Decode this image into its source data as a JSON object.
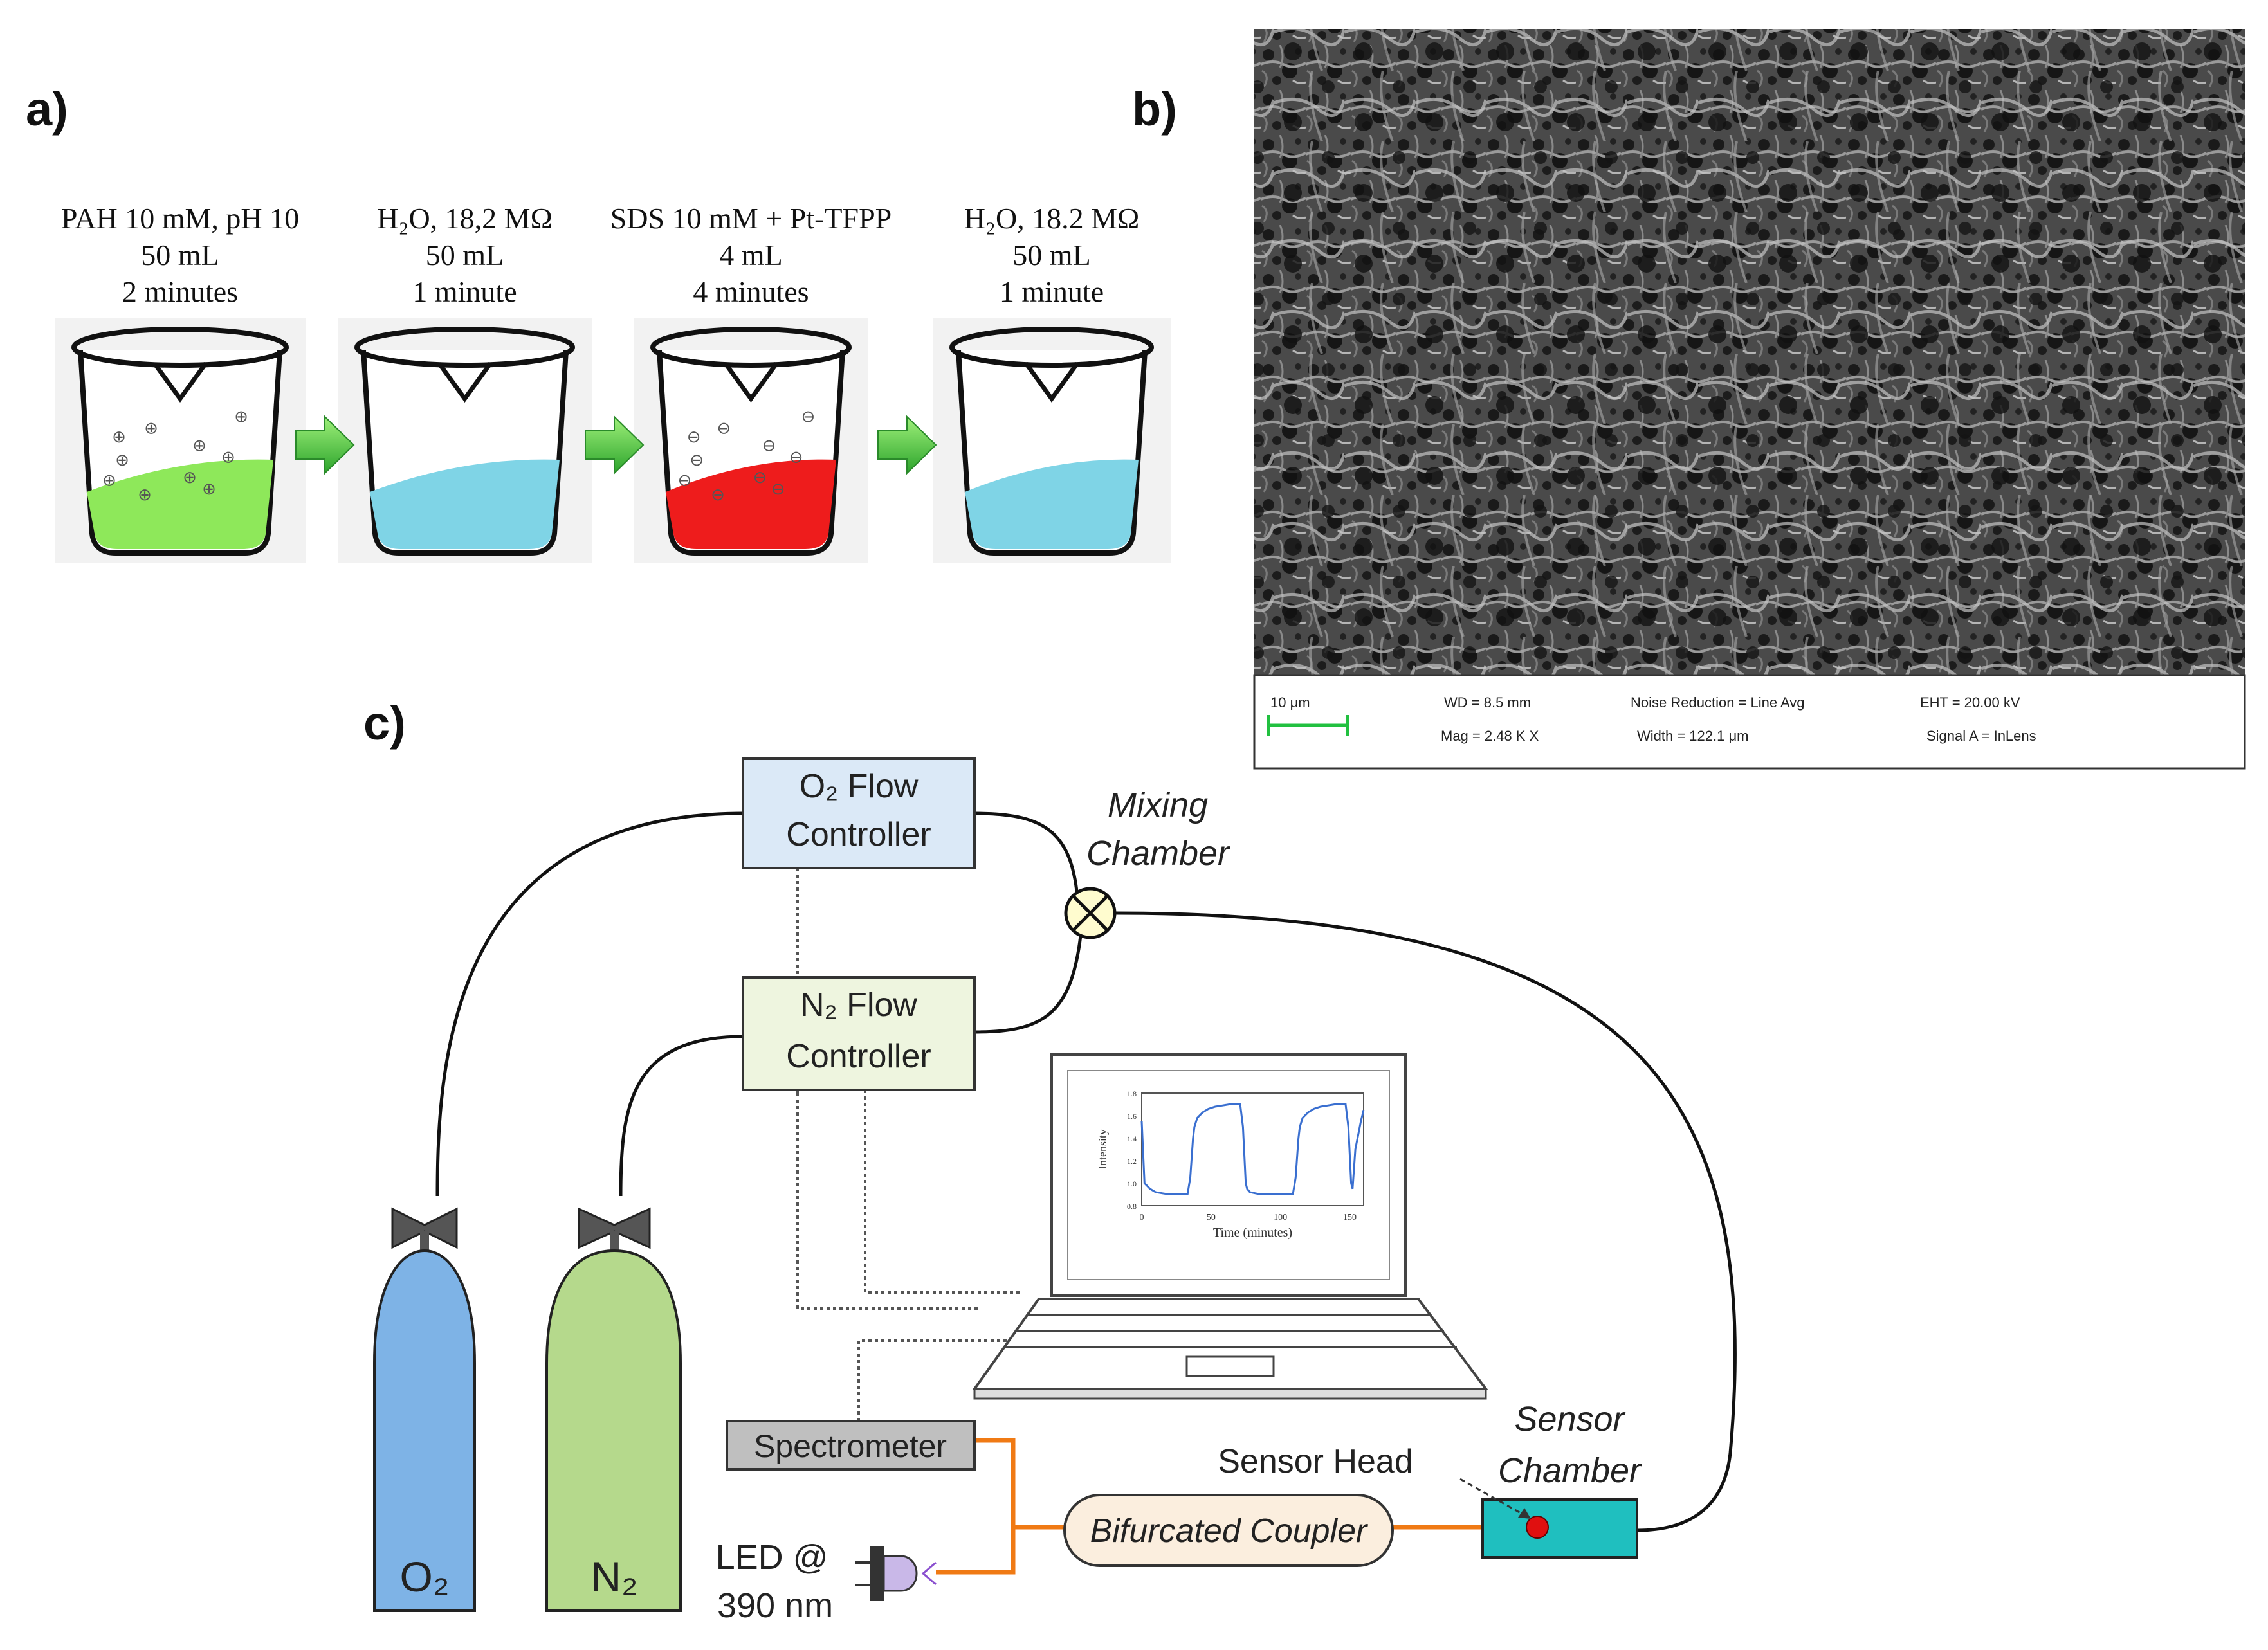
{
  "panels": {
    "a": "a)",
    "b": "b)",
    "c": "c)"
  },
  "panel_a": {
    "steps": [
      {
        "line1": "PAH 10 mM, pH 10",
        "line2": "50 mL",
        "line3": "2 minutes",
        "liquid_color": "#8ee85a",
        "charge": "⊕"
      },
      {
        "line1": "H₂O, 18,2 MΩ",
        "line2": "50 mL",
        "line3": "1 minute",
        "liquid_color": "#7fd4e6",
        "charge": ""
      },
      {
        "line1": "SDS 10 mM + Pt-TFPP",
        "line2": "4 mL",
        "line3": "4 minutes",
        "liquid_color": "#ee1c1c",
        "charge": "⊖"
      },
      {
        "line1": "H₂O, 18.2 MΩ",
        "line2": "50 mL",
        "line3": "1 minute",
        "liquid_color": "#7fd4e6",
        "charge": ""
      }
    ]
  },
  "panel_b": {
    "scale_bar": "10 μm",
    "wd": "WD =  8.5 mm",
    "mag": "Mag =  2.48 K X",
    "noise": "Noise Reduction = Line Avg",
    "width": "Width = 122.1 μm",
    "eht": "EHT = 20.00 kV",
    "signal": "Signal A = InLens"
  },
  "panel_c": {
    "o2_controller": {
      "line1": "O₂ Flow",
      "line2": "Controller"
    },
    "n2_controller": {
      "line1": "N₂ Flow",
      "line2": "Controller"
    },
    "mixing_chamber": {
      "line1": "Mixing",
      "line2": "Chamber"
    },
    "sensor_chamber": {
      "line1": "Sensor",
      "line2": "Chamber"
    },
    "sensor_head": "Sensor Head",
    "spectrometer": "Spectrometer",
    "bifurcated_coupler": "Bifurcated Coupler",
    "led": {
      "line1": "LED @",
      "line2": "390 nm"
    },
    "o2_cylinder": "O₂",
    "n2_cylinder": "N₂",
    "colors": {
      "o2_cylinder": "#7eb3e6",
      "n2_cylinder": "#b5d98c",
      "o2_box": "#dbe9f7",
      "n2_box": "#eef5df",
      "fiber": "#f07a14",
      "sensor_chamber": "#1fbfbf"
    }
  },
  "chart_data": {
    "type": "line",
    "xlabel": "Time (minutes)",
    "ylabel": "Intensity",
    "x_ticks": [
      "0",
      "50",
      "100",
      "150"
    ],
    "y_ticks": [
      "0.8",
      "1.0",
      "1.2",
      "1.4",
      "1.6",
      "1.8"
    ],
    "xlim": [
      0,
      160
    ],
    "ylim": [
      0.8,
      1.8
    ],
    "series": [
      {
        "x": [
          0,
          2,
          6,
          10,
          15,
          20,
          25,
          30,
          33,
          35,
          37,
          38,
          40,
          44,
          48,
          53,
          58,
          63,
          68,
          71,
          73,
          75,
          76,
          78,
          82,
          86,
          91,
          96,
          101,
          106,
          109,
          111,
          113,
          114,
          116,
          120,
          124,
          129,
          134,
          139,
          144,
          147,
          149,
          151,
          152,
          154,
          158,
          160
        ],
        "y": [
          1.55,
          1.0,
          0.95,
          0.92,
          0.91,
          0.9,
          0.9,
          0.9,
          0.9,
          1.05,
          1.4,
          1.5,
          1.58,
          1.63,
          1.66,
          1.68,
          1.69,
          1.7,
          1.7,
          1.7,
          1.5,
          1.0,
          0.95,
          0.92,
          0.91,
          0.9,
          0.9,
          0.9,
          0.9,
          0.9,
          0.9,
          1.05,
          1.4,
          1.5,
          1.58,
          1.63,
          1.66,
          1.68,
          1.69,
          1.7,
          1.7,
          1.7,
          1.5,
          1.0,
          0.95,
          1.3,
          1.55,
          1.65
        ]
      }
    ]
  }
}
